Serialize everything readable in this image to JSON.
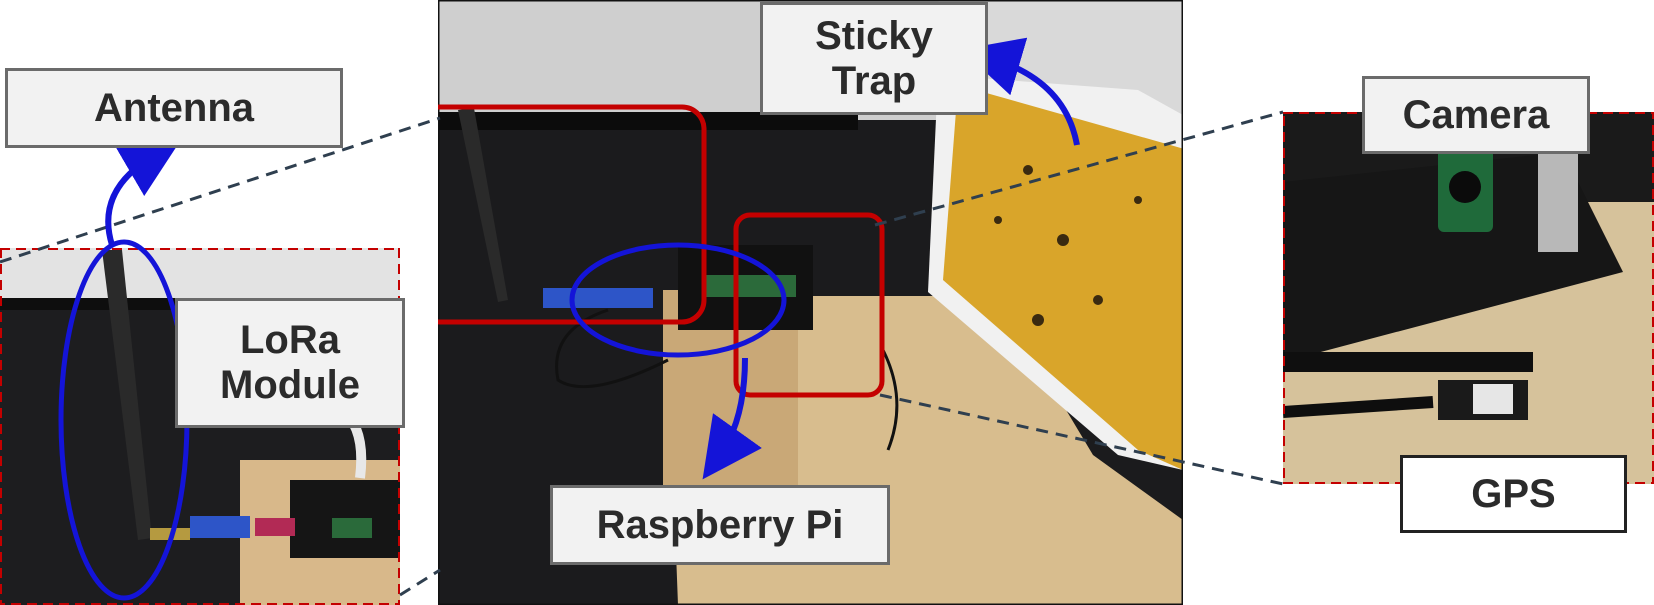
{
  "labels": {
    "antenna": "Antenna",
    "lora": "LoRa\nModule",
    "sticky_trap": "Sticky\nTrap",
    "camera": "Camera",
    "gps": "GPS",
    "raspberry_pi": "Raspberry Pi"
  },
  "colors": {
    "callout_red": "#c40000",
    "arrow_blue": "#1414d8",
    "connector": "#2f3f4f",
    "trap_yellow": "#d9a52a"
  }
}
